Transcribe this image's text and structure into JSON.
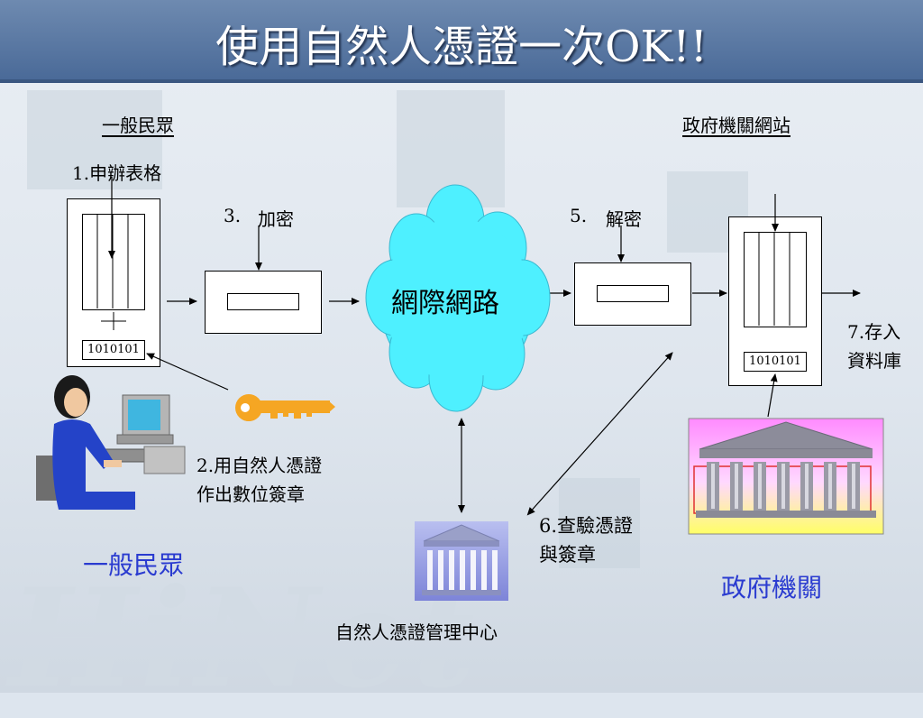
{
  "title": "使用自然人憑證一次OK!!",
  "labels": {
    "citizen_header": "一般民眾",
    "gov_site_header": "政府機關網站",
    "step1": "1.申辦表格",
    "step3_num": "3.",
    "step3_text": "加密",
    "step5_num": "5.",
    "step5_text": "解密",
    "internet": "網際網路",
    "step7_line1": "7.存入",
    "step7_line2": "資料庫",
    "step2_line1": "2.用自然人憑證",
    "step2_line2": "作出數位簽章",
    "step6_line1": "6.查驗憑證",
    "step6_line2": "與簽章",
    "citizen_caption": "一般民眾",
    "gov_caption": "政府機關",
    "ca_center": "自然人憑證管理中心",
    "code_left": "1010101",
    "code_right": "1010101"
  },
  "watermark": "HiNet",
  "colors": {
    "header": "#4a6a98",
    "cloud": "#49efff",
    "key": "#f5a623",
    "caption_blue": "#2a3bd0",
    "gov_panel": "#ff9fff"
  }
}
